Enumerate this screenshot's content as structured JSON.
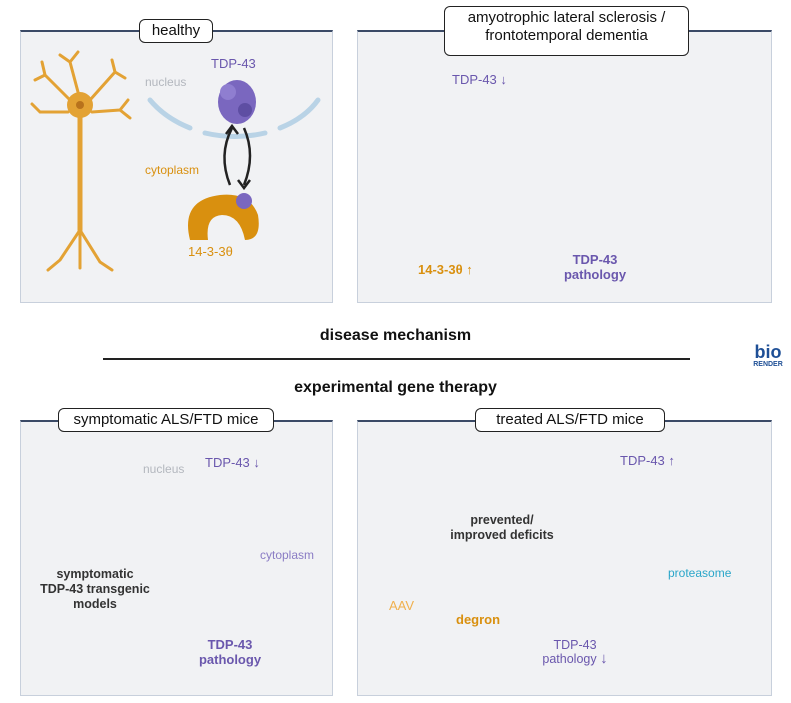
{
  "panels": {
    "healthy": {
      "tag": "healthy",
      "nucleus": "nucleus",
      "cytoplasm": "cytoplasm",
      "tdp43": "TDP-43",
      "protein_1433": "14-3-3θ"
    },
    "als_ftd": {
      "tag_line1": "amyotrophic lateral sclerosis /",
      "tag_line2": "frontotemporal dementia",
      "tdp43": "TDP-43",
      "protein_1433": "14-3-3θ",
      "pathology_line1": "TDP-43",
      "pathology_line2": "pathology"
    },
    "symptomatic": {
      "tag": "symptomatic ALS/FTD mice",
      "nucleus": "nucleus",
      "cytoplasm": "cytoplasm",
      "tdp43": "TDP-43",
      "models_line1": "symptomatic",
      "models_line2": "TDP-43 transgenic",
      "models_line3": "models",
      "pathology_line1": "TDP-43",
      "pathology_line2": "pathology"
    },
    "treated": {
      "tag": "treated ALS/FTD mice",
      "tdp43": "TDP-43",
      "deficits_line1": "prevented/",
      "deficits_line2": "improved deficits",
      "aav": "AAV",
      "degron": "degron",
      "proteasome": "proteasome",
      "pathology_line1": "TDP-43",
      "pathology_line2": "pathology"
    }
  },
  "section_titles": {
    "mechanism": "disease mechanism",
    "therapy": "experimental gene therapy"
  },
  "logo": {
    "top": "bio",
    "bottom": "RENDER"
  },
  "icons": {
    "arrow_up": "↑",
    "arrow_down": "↓"
  },
  "colors": {
    "panel_bg": "#f1f2f4",
    "panel_border": "#3b4a66",
    "orange": "#d9900f",
    "purple": "#6a57ad",
    "membrane": "#b9d3e6"
  }
}
